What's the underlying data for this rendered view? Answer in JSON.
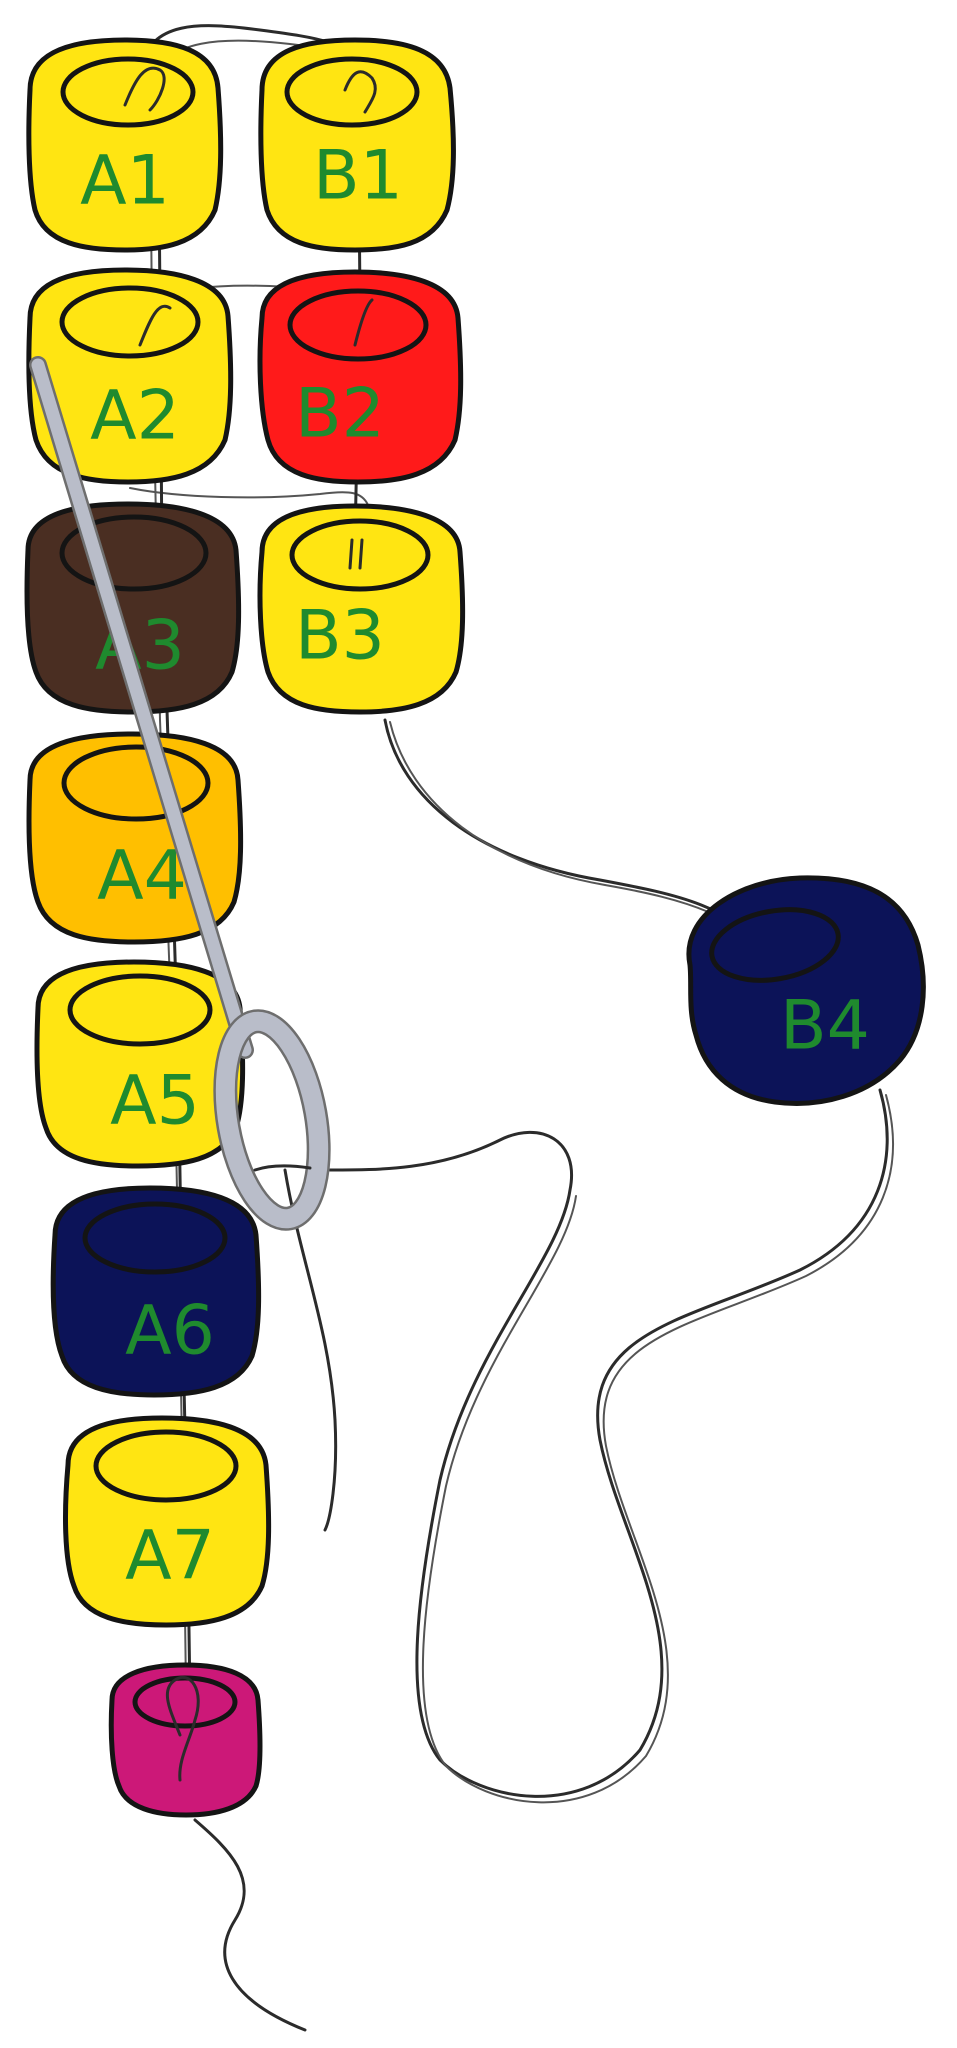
{
  "colors": {
    "yellow": "#ffe512",
    "red": "#ff1a1a",
    "brown": "#4a2e22",
    "orange": "#ffbf00",
    "navy": "#0c1358",
    "magenta": "#cc1878",
    "label_green": "#1f8a2e",
    "outline": "#141414",
    "thread": "#2b2b2b",
    "needle": "#b9bdc9"
  },
  "beads": [
    {
      "id": "A1",
      "label": "A1",
      "color": "yellow"
    },
    {
      "id": "A2",
      "label": "A2",
      "color": "yellow"
    },
    {
      "id": "A3",
      "label": "A3",
      "color": "brown"
    },
    {
      "id": "A4",
      "label": "A4",
      "color": "orange"
    },
    {
      "id": "A5",
      "label": "A5",
      "color": "yellow"
    },
    {
      "id": "A6",
      "label": "A6",
      "color": "navy"
    },
    {
      "id": "A7",
      "label": "A7",
      "color": "yellow"
    },
    {
      "id": "A8",
      "label": "",
      "color": "magenta"
    },
    {
      "id": "B1",
      "label": "B1",
      "color": "yellow"
    },
    {
      "id": "B2",
      "label": "B2",
      "color": "red"
    },
    {
      "id": "B3",
      "label": "B3",
      "color": "yellow"
    },
    {
      "id": "B4",
      "label": "B4",
      "color": "navy"
    }
  ]
}
